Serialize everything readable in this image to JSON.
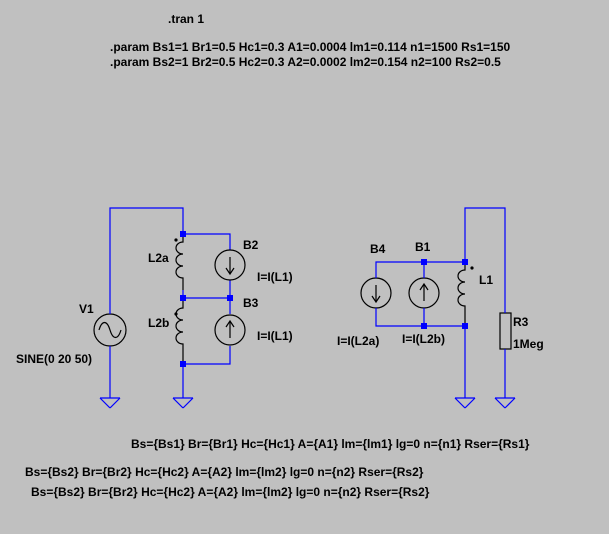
{
  "directives": {
    "tran": ".tran 1",
    "param1": ".param Bs1=1 Br1=0.5 Hc1=0.3 A1=0.0004 lm1=0.114 n1=1500 Rs1=150",
    "param2": ".param Bs2=1 Br2=0.5 Hc2=0.3 A2=0.0002 lm2=0.154 n2=100 Rs2=0.5"
  },
  "components": {
    "v1": {
      "name": "V1",
      "value": "SINE(0 20 50)"
    },
    "l2a": {
      "name": "L2a"
    },
    "l2b": {
      "name": "L2b"
    },
    "b2": {
      "name": "B2",
      "value": "I=I(L1)"
    },
    "b3": {
      "name": "B3",
      "value": "I=I(L1)"
    },
    "b4": {
      "name": "B4",
      "value": "I=I(L2a)"
    },
    "b1": {
      "name": "B1",
      "value": "I=I(L2b)"
    },
    "l1": {
      "name": "L1"
    },
    "r3": {
      "name": "R3",
      "value": "1Meg"
    }
  },
  "inductor_params": {
    "l1": "Bs={Bs1} Br={Br1} Hc={Hc1} A={A1} lm={lm1} lg=0 n={n1} Rser={Rs1}",
    "l2a": "Bs={Bs2} Br={Br2} Hc={Hc2} A={A2} lm={lm2} lg=0 n={n2} Rser={Rs2}",
    "l2b": "Bs={Bs2} Br={Br2} Hc={Hc2} A={A2} lm={lm2} lg=0 n={n2} Rser={Rs2}"
  },
  "colors": {
    "background": "#c0c0c0",
    "wire": "#0000ff",
    "component": "#000000",
    "text": "#000000"
  }
}
